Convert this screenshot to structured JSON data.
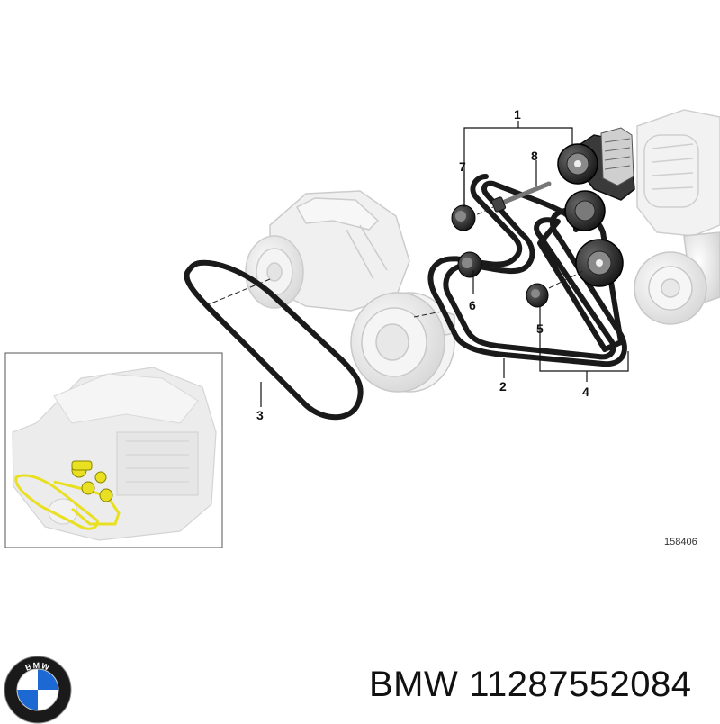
{
  "callouts": [
    {
      "id": "1",
      "label": "1"
    },
    {
      "id": "2",
      "label": "2"
    },
    {
      "id": "3",
      "label": "3"
    },
    {
      "id": "4",
      "label": "4"
    },
    {
      "id": "5",
      "label": "5"
    },
    {
      "id": "6",
      "label": "6"
    },
    {
      "id": "7",
      "label": "7"
    },
    {
      "id": "8",
      "label": "8"
    }
  ],
  "diagram_number": "158406",
  "brand": {
    "name": "BMW",
    "part_number": "11287552084",
    "logo_text": "BMW",
    "logo_colors": {
      "ring": "#1a1a1a",
      "blue": "#1c69d4",
      "white": "#ffffff"
    }
  },
  "highlight_color": "#e8e020"
}
